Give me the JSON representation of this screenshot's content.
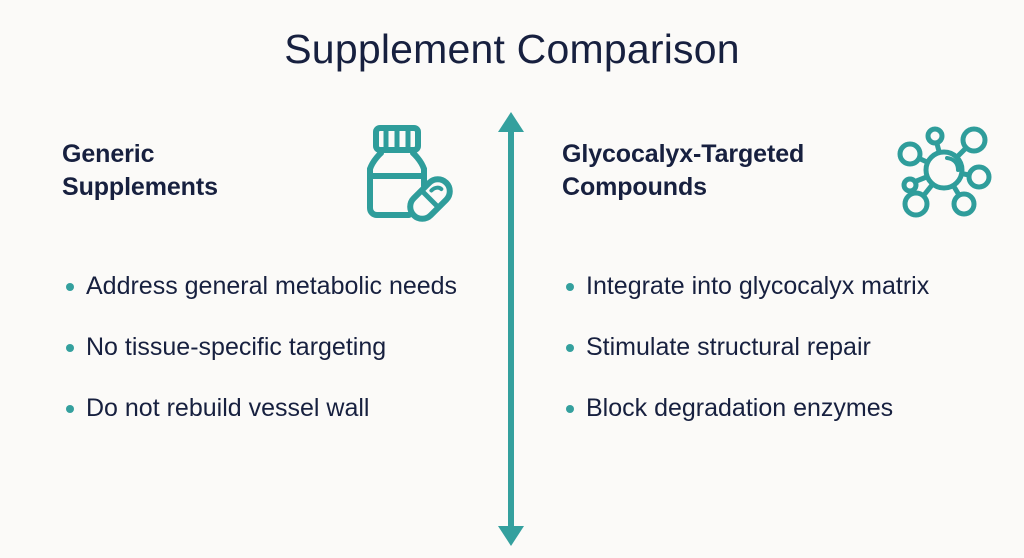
{
  "page": {
    "title": "Supplement Comparison",
    "background_color": "#fbfaf8",
    "text_color": "#17203f",
    "accent_color": "#34a09e"
  },
  "divider": {
    "icon": "double-headed-vertical-arrow",
    "color": "#34a09e"
  },
  "columns": [
    {
      "side": "left",
      "heading": "Generic Supplements",
      "icon": "pill-bottle-icon",
      "bullets": [
        "Address general metabolic needs",
        "No tissue-specific targeting",
        "Do not rebuild vessel wall"
      ]
    },
    {
      "side": "right",
      "heading": "Glycocalyx-Targeted Compounds",
      "icon": "molecule-network-icon",
      "bullets": [
        "Integrate into glycocalyx matrix",
        "Stimulate structural repair",
        "Block degradation enzymes"
      ]
    }
  ]
}
